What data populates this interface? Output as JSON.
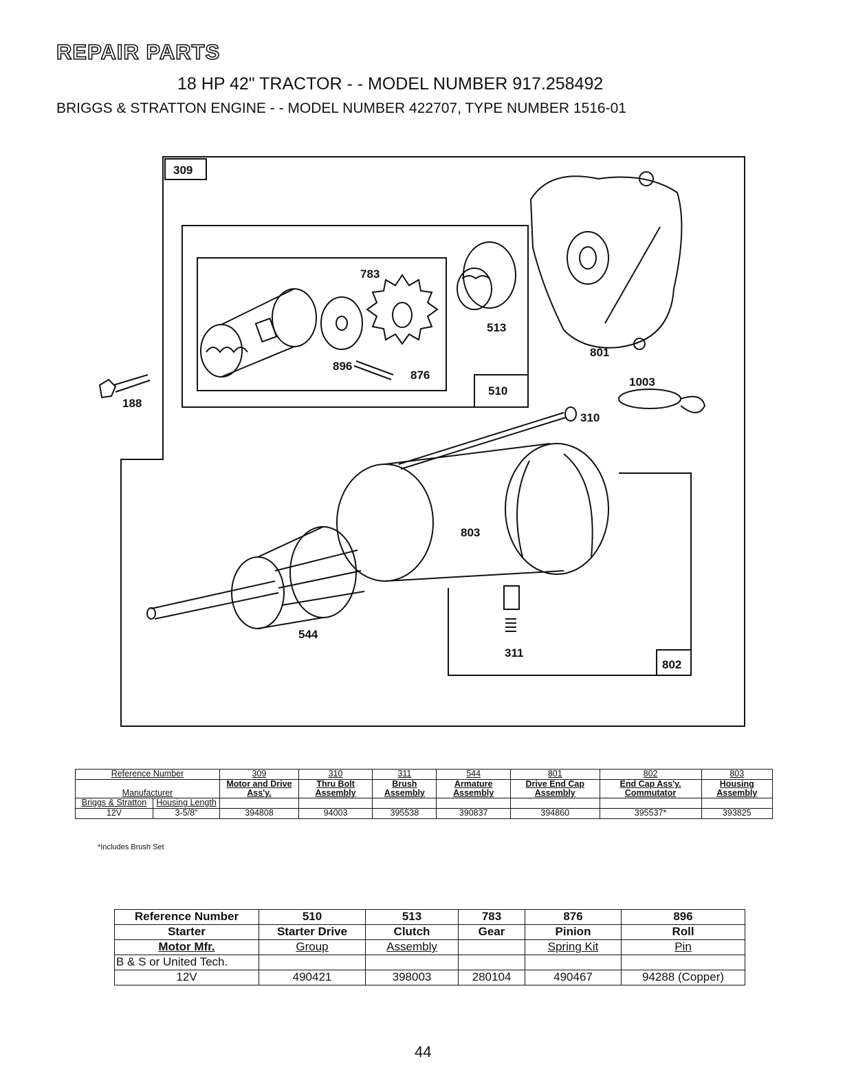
{
  "header": {
    "title": "REPAIR PARTS",
    "subtitle1": "18 HP 42\" TRACTOR - - MODEL NUMBER 917.258492",
    "subtitle2": "BRIGGS & STRATTON ENGINE - - MODEL NUMBER 422707, TYPE NUMBER 1516-01"
  },
  "diagram": {
    "labels": {
      "l309": "309",
      "l783": "783",
      "l513": "513",
      "l801": "801",
      "l896": "896",
      "l876": "876",
      "l510": "510",
      "l1003": "1003",
      "l188": "188",
      "l310": "310",
      "l803": "803",
      "l544": "544",
      "l311": "311",
      "l802": "802"
    }
  },
  "table1": {
    "ref_label": "Reference Number",
    "manufacturer_label": "Manufacturer",
    "col_a_label": "Briggs & Stratton",
    "col_b_label": "Housing Length",
    "refs": [
      "309",
      "310",
      "311",
      "544",
      "801",
      "802",
      "803"
    ],
    "descs": [
      "Motor and Drive Ass'y.",
      "Thru Bolt Assembly",
      "Brush Assembly",
      "Armature Assembly",
      "Drive End Cap Assembly",
      "End Cap Ass'y. Commutator",
      "Housing Assembly"
    ],
    "row_voltage": "12V",
    "row_length": "3-5/8\"",
    "parts": [
      "394808",
      "94003",
      "395538",
      "390837",
      "394860",
      "395537*",
      "393825"
    ],
    "footnote": "*Includes Brush Set"
  },
  "table2": {
    "ref_label": "Reference Number",
    "mfr_label_1": "Starter",
    "mfr_label_2": "Motor Mfr.",
    "mfr_value": "B & S or United Tech.",
    "voltage": "12V",
    "refs": [
      "510",
      "513",
      "783",
      "876",
      "896"
    ],
    "desc1": [
      "Starter Drive",
      "Clutch",
      "Gear",
      "Pinion",
      "Roll"
    ],
    "desc2": [
      "Group",
      "Assembly",
      "",
      "Spring Kit",
      "Pin"
    ],
    "parts": [
      "490421",
      "398003",
      "280104",
      "490467",
      "94288 (Copper)"
    ]
  },
  "page_number": "44"
}
